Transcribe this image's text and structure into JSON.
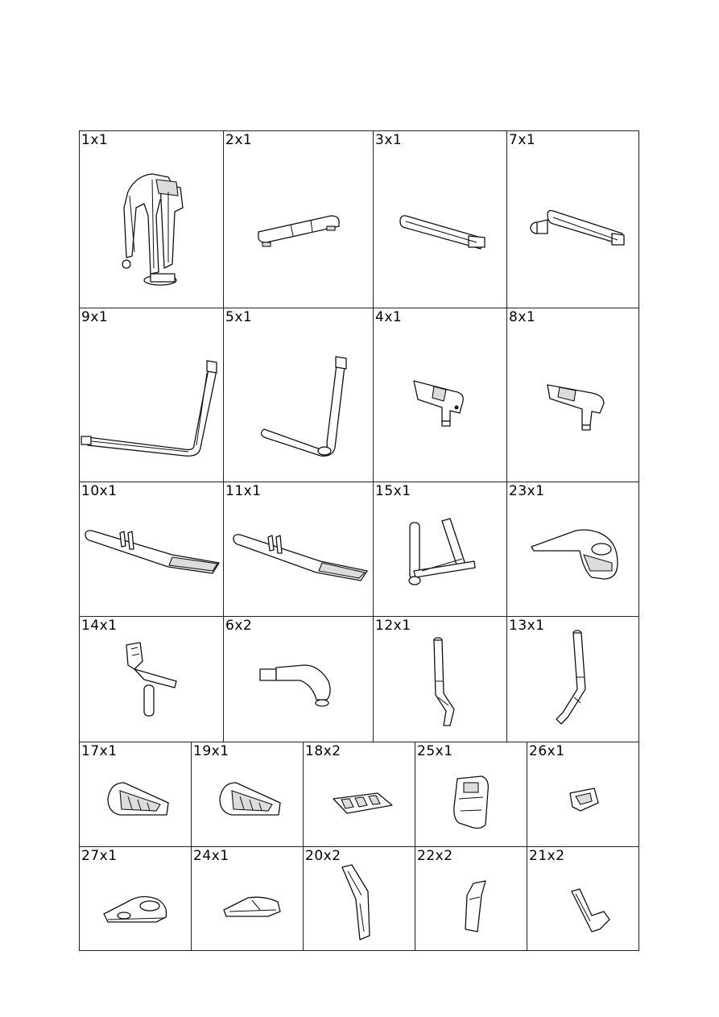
{
  "parts": [
    {
      "label": "1x1",
      "icon": "main-frame-assembly"
    },
    {
      "label": "2x1",
      "icon": "front-stabilizer"
    },
    {
      "label": "3x1",
      "icon": "rear-stabilizer-tube"
    },
    {
      "label": "7x1",
      "icon": "connecting-tube"
    },
    {
      "label": "9x1",
      "icon": "left-support-frame"
    },
    {
      "label": "5x1",
      "icon": "right-support-frame"
    },
    {
      "label": "4x1",
      "icon": "left-bracket"
    },
    {
      "label": "8x1",
      "icon": "right-bracket"
    },
    {
      "label": "10x1",
      "icon": "left-pedal-arm"
    },
    {
      "label": "11x1",
      "icon": "right-pedal-arm"
    },
    {
      "label": "15x1",
      "icon": "handlebar-post"
    },
    {
      "label": "23x1",
      "icon": "console-cover"
    },
    {
      "label": "14x1",
      "icon": "console-mast"
    },
    {
      "label": "6x2",
      "icon": "curved-foot"
    },
    {
      "label": "12x1",
      "icon": "left-handlebar"
    },
    {
      "label": "13x1",
      "icon": "right-handlebar"
    },
    {
      "label": "17x1",
      "icon": "left-pedal"
    },
    {
      "label": "19x1",
      "icon": "right-pedal"
    },
    {
      "label": "18x2",
      "icon": "pedal-pad"
    },
    {
      "label": "25x1",
      "icon": "cover-plate"
    },
    {
      "label": "26x1",
      "icon": "small-cover"
    },
    {
      "label": "27x1",
      "icon": "base-cover"
    },
    {
      "label": "24x1",
      "icon": "rear-cover"
    },
    {
      "label": "20x2",
      "icon": "handlebar-cover"
    },
    {
      "label": "22x2",
      "icon": "arm-cover"
    },
    {
      "label": "21x2",
      "icon": "lower-arm-cover"
    }
  ]
}
